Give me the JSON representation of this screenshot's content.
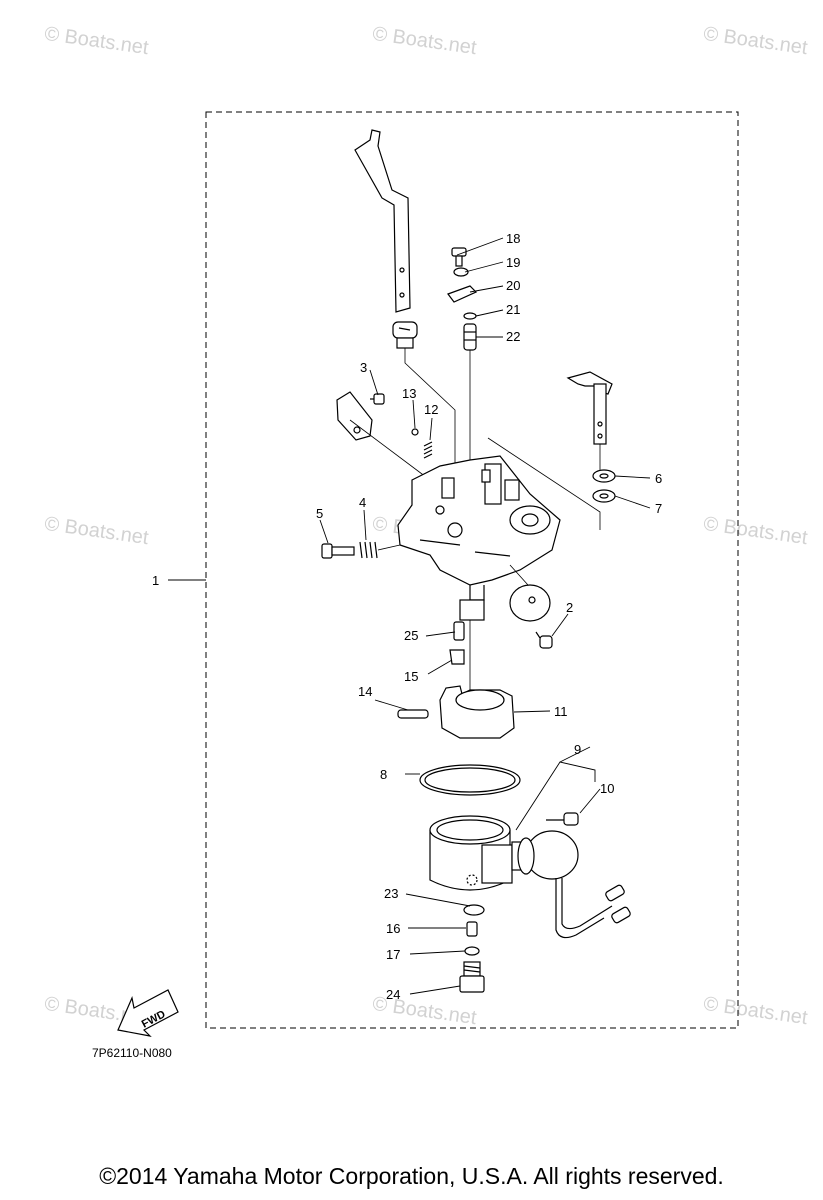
{
  "watermark": "© Boats.net",
  "assembly_label": "1",
  "callouts": [
    "2",
    "3",
    "4",
    "5",
    "6",
    "7",
    "8",
    "9",
    "10",
    "11",
    "12",
    "13",
    "14",
    "15",
    "16",
    "17",
    "18",
    "19",
    "20",
    "21",
    "22",
    "23",
    "24",
    "25"
  ],
  "fwd_label": "FWD",
  "diagram_code": "7P62110-N080",
  "copyright": "©2014 Yamaha Motor Corporation, U.S.A. All rights reserved."
}
